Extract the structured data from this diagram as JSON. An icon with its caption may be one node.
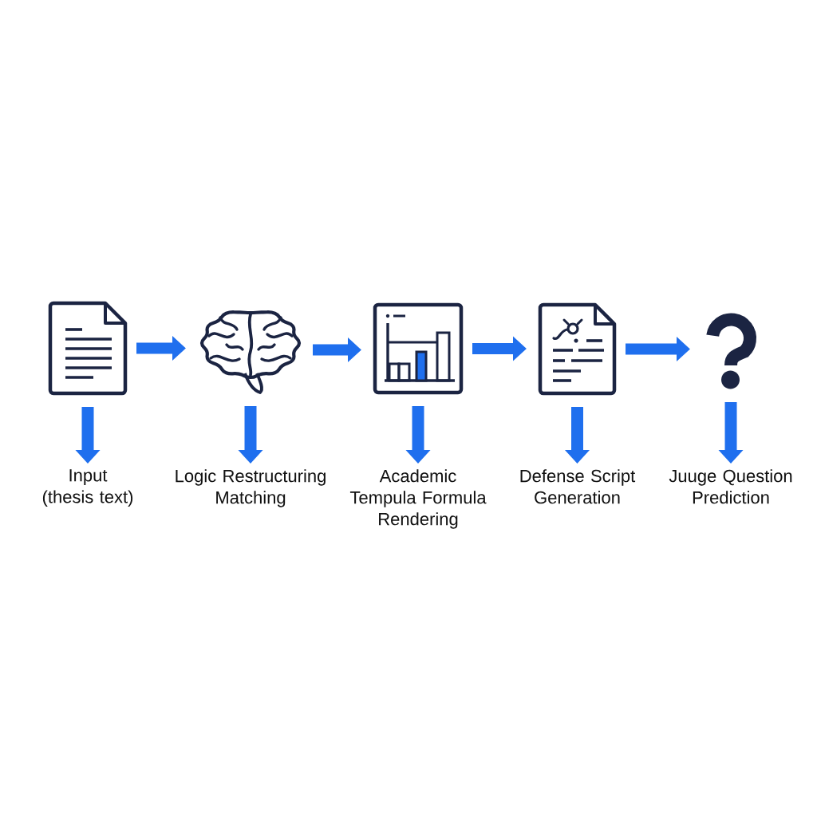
{
  "diagram": {
    "nodes": [
      {
        "text": [],
        "shape": "picture"
      },
      {
        "text": [],
        "shape": "picture"
      },
      {
        "text": [],
        "shape": "picture"
      },
      {
        "text": [],
        "shape": "picture"
      },
      {
        "text": [],
        "shape": "picture"
      },
      {
        "text": [
          "Input (thesis text)"
        ]
      },
      {
        "text": [
          "Logic Restructuring Matching"
        ]
      },
      {
        "text": [
          "Academic Tempula Formula Rendering"
        ]
      },
      {
        "text": [
          "Defense Script Generation"
        ]
      },
      {
        "text": [
          "Juuge Question Prediction"
        ]
      }
    ],
    "edges": [
      {
        "from": 0,
        "to": 1,
        "arrow": "to"
      },
      {
        "from": 1,
        "to": 2,
        "arrow": "to"
      },
      {
        "from": 2,
        "to": 3,
        "arrow": "to"
      },
      {
        "from": 3,
        "to": 4,
        "arrow": "to"
      },
      {
        "from": 0,
        "to": 5,
        "arrow": "to"
      },
      {
        "from": 1,
        "to": 6,
        "arrow": "to"
      },
      {
        "from": 2,
        "to": 7,
        "arrow": "to"
      },
      {
        "from": 3,
        "to": 8,
        "arrow": "to"
      },
      {
        "from": 4,
        "to": 9,
        "arrow": "to"
      }
    ]
  }
}
